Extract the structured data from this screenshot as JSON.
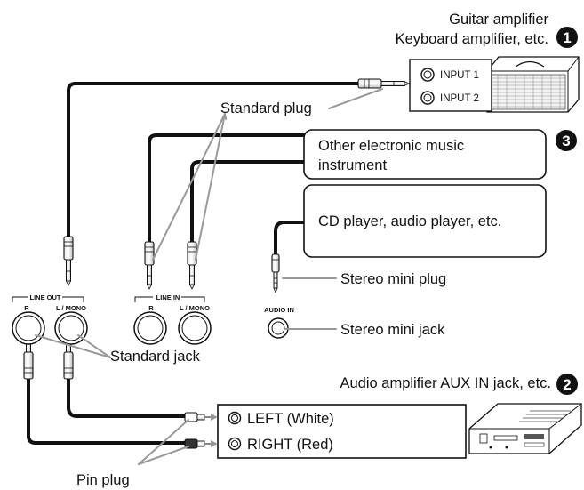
{
  "amplifier": {
    "title_line1": "Guitar amplifier",
    "title_line2": "Keyboard amplifier, etc.",
    "badge": "1",
    "input1": "INPUT 1",
    "input2": "INPUT 2"
  },
  "labels": {
    "standard_plug": "Standard plug",
    "stereo_mini_plug": "Stereo mini plug",
    "stereo_mini_jack": "Stereo mini jack",
    "standard_jack": "Standard jack",
    "pin_plug": "Pin plug"
  },
  "other_instrument": {
    "line1": "Other electronic music",
    "line2": "instrument",
    "badge": "3"
  },
  "cd_player": {
    "label": "CD player, audio player, etc."
  },
  "panel": {
    "line_out": "LINE OUT",
    "line_in": "LINE IN",
    "jack_r": "R",
    "jack_l_mono": "L / MONO",
    "audio_in": "AUDIO IN"
  },
  "audio_amp": {
    "title": "Audio amplifier AUX IN jack, etc.",
    "badge": "2",
    "left": "LEFT (White)",
    "right": "RIGHT (Red)"
  }
}
